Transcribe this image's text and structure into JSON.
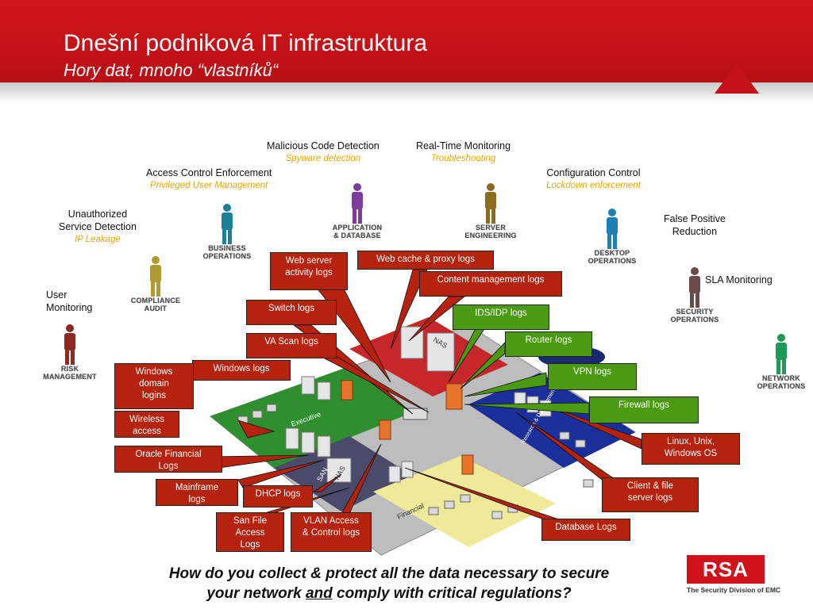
{
  "header": {
    "title": "Dnešní podniková IT infrastruktura",
    "subtitle": "Hory dat, mnoho “vlastníků“"
  },
  "functions": [
    {
      "label": "Malicious Code Detection",
      "sub": "Spyware detection"
    },
    {
      "label": "Real-Time Monitoring",
      "sub": "Troubleshooting"
    },
    {
      "label": "Access Control Enforcement",
      "sub": "Privileged User Management"
    },
    {
      "label": "Configuration Control",
      "sub": "Lockdown enforcement"
    },
    {
      "label": "Unauthorized\nService Detection",
      "sub": "IP Leakage"
    },
    {
      "label": "False Positive\nReduction",
      "sub": ""
    },
    {
      "label": "SLA Monitoring",
      "sub": ""
    },
    {
      "label": "User\nMonitoring",
      "sub": ""
    }
  ],
  "personas": [
    {
      "text": "RISK\nMANAGEMENT",
      "color": "#8b2a22"
    },
    {
      "text": "COMPLIANCE\nAUDIT",
      "color": "#b29a2e"
    },
    {
      "text": "BUSINESS\nOPERATIONS",
      "color": "#1d7f96"
    },
    {
      "text": "APPLICATION\n& DATABASE",
      "color": "#7b3c9b"
    },
    {
      "text": "SERVER\nENGINEERING",
      "color": "#8a6b1f"
    },
    {
      "text": "DESKTOP\nOPERATIONS",
      "color": "#1d7fb4"
    },
    {
      "text": "SECURITY\nOPERATIONS",
      "color": "#6a4a4a"
    },
    {
      "text": "NETWORK\nOPERATIONS",
      "color": "#1c9a5a"
    }
  ],
  "log_sources": [
    "Web server\nactivity logs",
    "Web cache & proxy logs",
    "Content management logs",
    "Switch logs",
    "IDS/IDP logs",
    "VA Scan logs",
    "Router logs",
    "Windows logs",
    "Windows\ndomain\nlogins",
    "VPN logs",
    "Firewall logs",
    "Wireless\naccess",
    "Linux, Unix,\nWindows OS",
    "Oracle Financial\nLogs",
    "Mainframe\nlogs",
    "DHCP logs",
    "Client & file\nserver logs",
    "San File\nAccess\nLogs",
    "VLAN Access\n& Control logs",
    "Database Logs"
  ],
  "zones": [
    "Executive",
    "SAN",
    "NAS",
    "Financial",
    "Research & Development",
    "NAS"
  ],
  "question": {
    "line1": "How do you collect & protect all the data necessary to secure",
    "line2_pre": "your network ",
    "line2_em": "and",
    "line2_post": " comply with critical regulations?"
  },
  "logo": {
    "mark": "RSA",
    "tagline": "The Security Division of EMC"
  },
  "colors": {
    "header": "#c8141a",
    "red_box": "#b5230f",
    "green_box": "#4a9a12",
    "sublabel": "#e6a800"
  }
}
